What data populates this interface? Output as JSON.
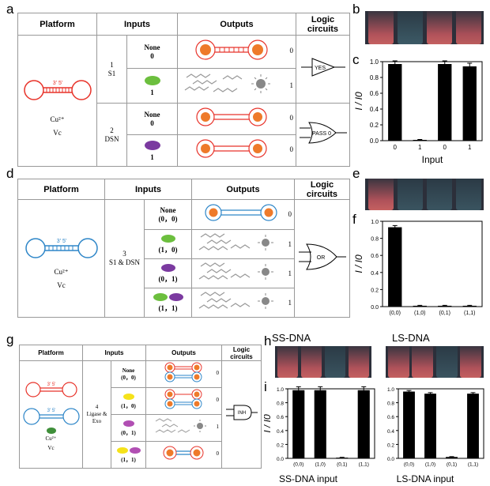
{
  "panels": {
    "a": "a",
    "b": "b",
    "c": "c",
    "d": "d",
    "e": "e",
    "f": "f",
    "g": "g",
    "h": "h",
    "i": "i"
  },
  "table_a": {
    "headers": [
      "Platform",
      "Inputs",
      "Outputs",
      "Logic circuits"
    ],
    "dna_label": "3' 5'",
    "platform_text": [
      "Cu²⁺",
      "Vc"
    ],
    "groups": [
      {
        "number": "1",
        "name": "S1",
        "rows": [
          {
            "input_label": "None",
            "input_code": "0",
            "output": "0"
          },
          {
            "input_label": "",
            "input_code": "1",
            "output": "1"
          }
        ],
        "gate": "YES"
      },
      {
        "number": "2",
        "name": "DSN",
        "rows": [
          {
            "input_label": "None",
            "input_code": "0",
            "output": "0"
          },
          {
            "input_label": "",
            "input_code": "1",
            "output": "0"
          }
        ],
        "gate": "PASS 0"
      }
    ]
  },
  "table_d": {
    "headers": [
      "Platform",
      "Inputs",
      "Outputs",
      "Logic circuits"
    ],
    "dna_label": "3' 5'",
    "platform_text": [
      "Cu²⁺",
      "Vc"
    ],
    "group": {
      "number": "3",
      "name": "S1 & DSN",
      "gate": "OR"
    },
    "rows": [
      {
        "input_label": "None",
        "input_code": "(0，0)",
        "output": "0"
      },
      {
        "input_label": "",
        "input_code": "(1，0)",
        "output": "1"
      },
      {
        "input_label": "",
        "input_code": "(0，1)",
        "output": "1"
      },
      {
        "input_label": "",
        "input_code": "(1，1)",
        "output": "1"
      }
    ]
  },
  "table_g": {
    "headers": [
      "Platform",
      "Inputs",
      "Outputs",
      "Logic circuits"
    ],
    "dna_label_top": "3' 5'",
    "dna_label_bottom": "3' 5'",
    "platform_text": [
      "Cu²⁺",
      "Vc"
    ],
    "group": {
      "number": "4",
      "name": "Ligase & Exo",
      "gate": "INH"
    },
    "rows": [
      {
        "input_label": "None",
        "input_code": "(0，0)",
        "output": "0"
      },
      {
        "input_label": "",
        "input_code": "(1，0)",
        "output": "0"
      },
      {
        "input_label": "",
        "input_code": "(0，1)",
        "output": "1"
      },
      {
        "input_label": "",
        "input_code": "(1，1)",
        "output": "0"
      }
    ]
  },
  "photo_labels": {
    "ss": "SS-DNA",
    "ls": "LS-DNA"
  },
  "chart_data": [
    {
      "type": "bar",
      "panel": "c",
      "categories": [
        "0",
        "1",
        "0",
        "1"
      ],
      "values": [
        0.97,
        0.01,
        0.97,
        0.94
      ],
      "errors": [
        0.04,
        0.005,
        0.04,
        0.04
      ],
      "xlabel": "Input",
      "ylabel": "I / I0",
      "ylim": [
        0,
        1.0
      ],
      "yticks": [
        "0.0",
        "0.2",
        "0.4",
        "0.6",
        "0.8",
        "1.0"
      ]
    },
    {
      "type": "bar",
      "panel": "f",
      "categories": [
        "(0,0)",
        "(1,0)",
        "(0,1)",
        "(1,1)"
      ],
      "values": [
        0.93,
        0.01,
        0.01,
        0.01
      ],
      "errors": [
        0.02,
        0.005,
        0.005,
        0.005
      ],
      "xlabel": "",
      "ylabel": "I / I0",
      "ylim": [
        0,
        1.0
      ],
      "yticks": [
        "0.0",
        "0.2",
        "0.4",
        "0.6",
        "0.8",
        "1.0"
      ]
    },
    {
      "type": "bar",
      "panel": "i-left",
      "categories": [
        "(0,0)",
        "(1,0)",
        "(0,1)",
        "(1,1)"
      ],
      "values": [
        0.98,
        0.98,
        0.01,
        0.98
      ],
      "errors": [
        0.05,
        0.05,
        0.005,
        0.05
      ],
      "xlabel": "SS-DNA  input",
      "ylabel": "I / I0",
      "ylim": [
        0,
        1.0
      ],
      "yticks": [
        "0.0",
        "0.2",
        "0.4",
        "0.6",
        "0.8",
        "1.0"
      ]
    },
    {
      "type": "bar",
      "panel": "i-right",
      "categories": [
        "(0,0)",
        "(1,0)",
        "(0,1)",
        "(1,1)"
      ],
      "values": [
        0.96,
        0.93,
        0.02,
        0.93
      ],
      "errors": [
        0.015,
        0.015,
        0.005,
        0.015
      ],
      "xlabel": "LS-DNA   input",
      "ylabel": "",
      "ylim": [
        0,
        1.0
      ],
      "yticks": [
        "0.0",
        "0.2",
        "0.4",
        "0.6",
        "0.8",
        "1.0"
      ]
    }
  ],
  "colors": {
    "red": "#e8332a",
    "blue": "#2e86c8",
    "orange": "#ee7a2a",
    "green": "#6cbf3e",
    "purple": "#7b3aa0",
    "yellow": "#f5e21a",
    "magenta": "#b14fb3",
    "gray": "#888888"
  }
}
